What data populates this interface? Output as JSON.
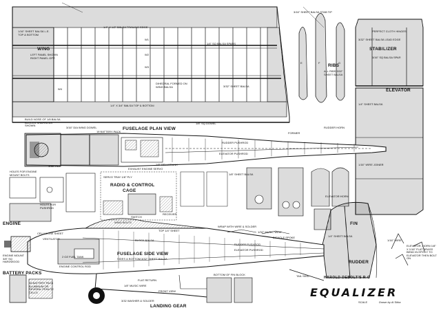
{
  "title": {
    "designer": "HAROLD DEBOLT'S R-C",
    "name": "EQUALIZER",
    "scale": "Scale",
    "drawn_by": "Drawn by Al Sitka"
  },
  "sections": {
    "wing": "WING",
    "wing_note": "LEFT PANEL SHOWN RIGHT PANEL OPP.",
    "fuselage_plan": "FUSELAGE PLAN VIEW",
    "fuselage_side": "FUSELAGE SIDE VIEW",
    "stabilizer": "STABILIZER",
    "elevator": "ELEVATOR",
    "ribs": "RIBS",
    "radio": "RADIO & CONTROL",
    "cage": "CAGE",
    "engine": "ENGINE",
    "battery": "BATTERY PACKS",
    "landing_gear": "LANDING    GEAR",
    "fin": "FIN",
    "rudder": "RUDDER"
  },
  "notes": {
    "wing_le_sheet": "1/16\" SHEET BALSA L.E. TOP & BOTTOM",
    "wing_te": "1/4\" X 1/2\" BALSA TRAILING EDGE",
    "wing_spar": "1/4\" SQ BALSA SPARS",
    "wing_dihedral": "DIHEDRAL FORMED ON WING BALSA",
    "wing_ribs": "3/32\" SHEET BALSA",
    "wing_le_bottom": "1/4\" X 3/4\" BALSA TOP & BOTTOM",
    "wing_tip": "3/16\" SHEET BALSA STAB TIP",
    "build_nose": "BUILD NOSE OF 1/8 BALSA BLOCKS SHAPED AS SHOWN",
    "wing_dowel": "3/16\" DIA WING DOWEL",
    "battery_pack": "18 BATTERY PACK",
    "plan_dowel": "1/8\" SQ DOWEL",
    "rudder_pushrod": "RUDDER PUSHROD",
    "elevator_pushrod": "ELEVATOR PUSHROD",
    "former": "FORMER",
    "rudder_horn": "RUDDER HORN",
    "engine_servo": "EXHAUST ENGINE SERVO",
    "bellcrank": "1/8\" BELLCRANK",
    "ply_fuselage": "1/16\" PLY",
    "balsa_sheet": "1/8\" SHEET BALSA",
    "holes_engine": "HOLES FOR ENGINE MOUNT BOLTS",
    "holes_pushrod": "HOLES FOR PUSHROD",
    "servo_tray": "SERVO TRAY 1/8\" PLY",
    "switch": "SWITCH",
    "receiver": "RECEIVER",
    "elevator_horn": "ELEVATOR HORN",
    "stab_lead": "3/32\" SHEET BALSA LEAD EDGE",
    "stab_tip": "3/16\" SHEET BALSA STAB TIP",
    "stab_spar": "3/16\" SQ BALSA SPAR",
    "hinges": "PERFECT CLOTH HINGES",
    "elevator_sheet": "1/4\" SHEET BALSA",
    "joiner": "1/16\" WIRE JOINER",
    "fin_sheet": "1/4\" SHEET BALSA",
    "wrap_wire": "WRAP WITH WIRE & SOLDER",
    "music_wire": "1/32\" MUSIC WIRE",
    "bicycle_spoke": "BICYCLE SPOKE",
    "wing_bolts": "WING BOLTS",
    "engine_mount": "ENGINE MOUNT 3/8\" SQ HARDWOOD",
    "cellulose": "CELLULOSE SHEET",
    "ventilator": "VENTILATOR",
    "engine_rod": "ENGINE CONTROL ROD",
    "fuel_tank": "2 OZ FUEL TANK",
    "block_balsa": "BLOCK BALSA",
    "fuselage_sides": "SIDES & BOTTOM 3/32\" SHEET BALSA",
    "fuselage_top": "TOP 1/4\" SHEET",
    "bottom_block": "BOTTOM OF FIN BLOCK",
    "rudder_pushrod_side": "RUDDER PUSHROD",
    "elevator_pushrod_side": "ELEVATOR PUSHROD",
    "battery_note": "18 BATTERY PACK ALUMINUM OR SEVERAL PENLITE CELLS",
    "flat_return": "FLAT RETURN",
    "front_view": "FRONT VIEW",
    "landing_gear_wire": "1/8\" MUSIC WIRE",
    "tail_skid": "TAIL SKID",
    "gear_nut": "3/32 WASHER & SOLDER",
    "elevator_note": "ELEVATOR, HORN 1/8\" X 1/16\" FLAT BRASS BEND IN EPOXY TO ELEVATOR THEN BOLT ON",
    "elevator_wire": "1/16\" WIRE",
    "ribs_note": "ALL RIBS 3/32\" SHEET BALSA"
  },
  "rib_labels": [
    "W1",
    "W2",
    "W3",
    "W4"
  ],
  "rib_marks": [
    "E",
    "F",
    "G"
  ]
}
